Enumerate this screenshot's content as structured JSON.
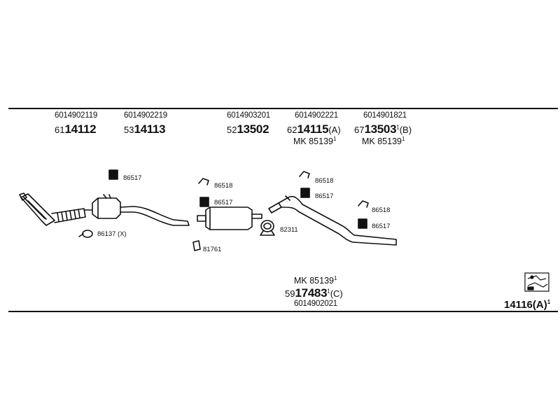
{
  "header_parts": [
    {
      "code": "6014902119",
      "pos": "61",
      "number": "14112",
      "suffix": ""
    },
    {
      "code": "6014902219",
      "pos": "53",
      "number": "14113",
      "suffix": ""
    },
    {
      "code": "6014903201",
      "pos": "52",
      "number": "13502",
      "suffix": ""
    },
    {
      "code": "6014902221",
      "pos": "62",
      "number": "14115",
      "suffix": "(A)",
      "kit": "MK 85139",
      "kit_sup": "1"
    },
    {
      "code": "6014901821",
      "pos": "67",
      "number": "13503",
      "suffix": "(B)",
      "kit_sup_inline": "1",
      "kit": "MK 85139",
      "kit_sup": "1"
    }
  ],
  "fittings": {
    "f1": "86517",
    "f2": "86137 (X)",
    "f3": "86518",
    "f4": "86517",
    "f5": "81761",
    "f6": "82311",
    "f7": "86518",
    "f8": "86517",
    "f9": "86518",
    "f10": "86517"
  },
  "footer_part": {
    "kit": "MK 85139",
    "kit_sup": "1",
    "pos": "59",
    "number": "17483",
    "sup": "1",
    "suffix": "(C)",
    "code": "6014902021"
  },
  "complete_system": {
    "number": "14116(A)",
    "sup": "1"
  }
}
